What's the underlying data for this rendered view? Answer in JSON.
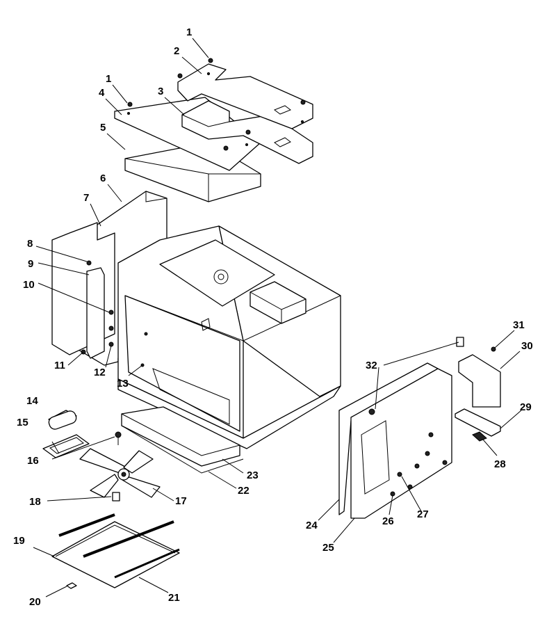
{
  "callouts": [
    {
      "label": "1"
    },
    {
      "label": "2"
    },
    {
      "label": "1"
    },
    {
      "label": "3"
    },
    {
      "label": "4"
    },
    {
      "label": "5"
    },
    {
      "label": "6"
    },
    {
      "label": "7"
    },
    {
      "label": "8"
    },
    {
      "label": "9"
    },
    {
      "label": "10"
    },
    {
      "label": "11"
    },
    {
      "label": "12"
    },
    {
      "label": "13"
    },
    {
      "label": "14"
    },
    {
      "label": "15"
    },
    {
      "label": "16"
    },
    {
      "label": "17"
    },
    {
      "label": "18"
    },
    {
      "label": "19"
    },
    {
      "label": "20"
    },
    {
      "label": "21"
    },
    {
      "label": "22"
    },
    {
      "label": "23"
    },
    {
      "label": "24"
    },
    {
      "label": "25"
    },
    {
      "label": "26"
    },
    {
      "label": "27"
    },
    {
      "label": "28"
    },
    {
      "label": "29"
    },
    {
      "label": "30"
    },
    {
      "label": "31"
    },
    {
      "label": "32"
    }
  ]
}
